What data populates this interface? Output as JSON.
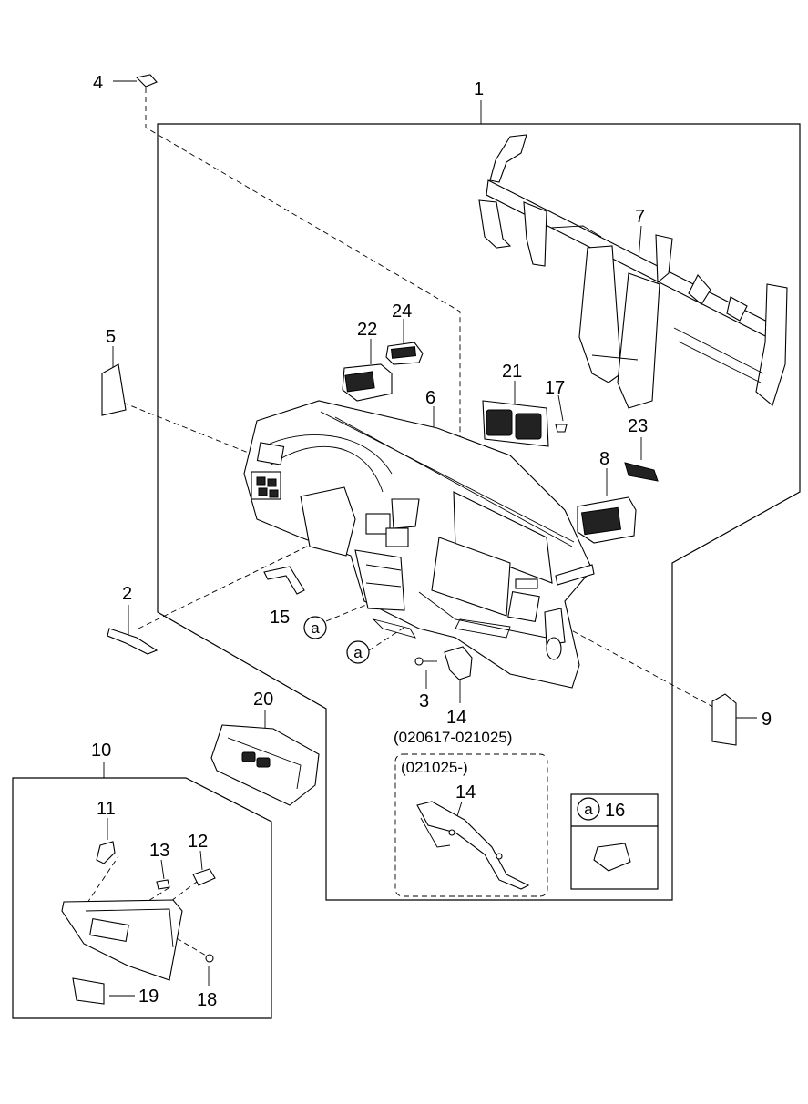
{
  "callouts": {
    "c1": "1",
    "c2": "2",
    "c3": "3",
    "c4": "4",
    "c5": "5",
    "c6": "6",
    "c7": "7",
    "c8": "8",
    "c9": "9",
    "c10": "10",
    "c11": "11",
    "c12": "12",
    "c13": "13",
    "c14a": "14",
    "c14b": "14",
    "c15": "15",
    "c16": "16",
    "c17": "17",
    "c18": "18",
    "c19": "19",
    "c20": "20",
    "c21": "21",
    "c22": "22",
    "c23": "23",
    "c24": "24"
  },
  "date_ranges": {
    "first": "(020617-021025)",
    "second": "(021025-)"
  },
  "markers": {
    "a1": "a",
    "a2": "a",
    "a3": "a"
  }
}
